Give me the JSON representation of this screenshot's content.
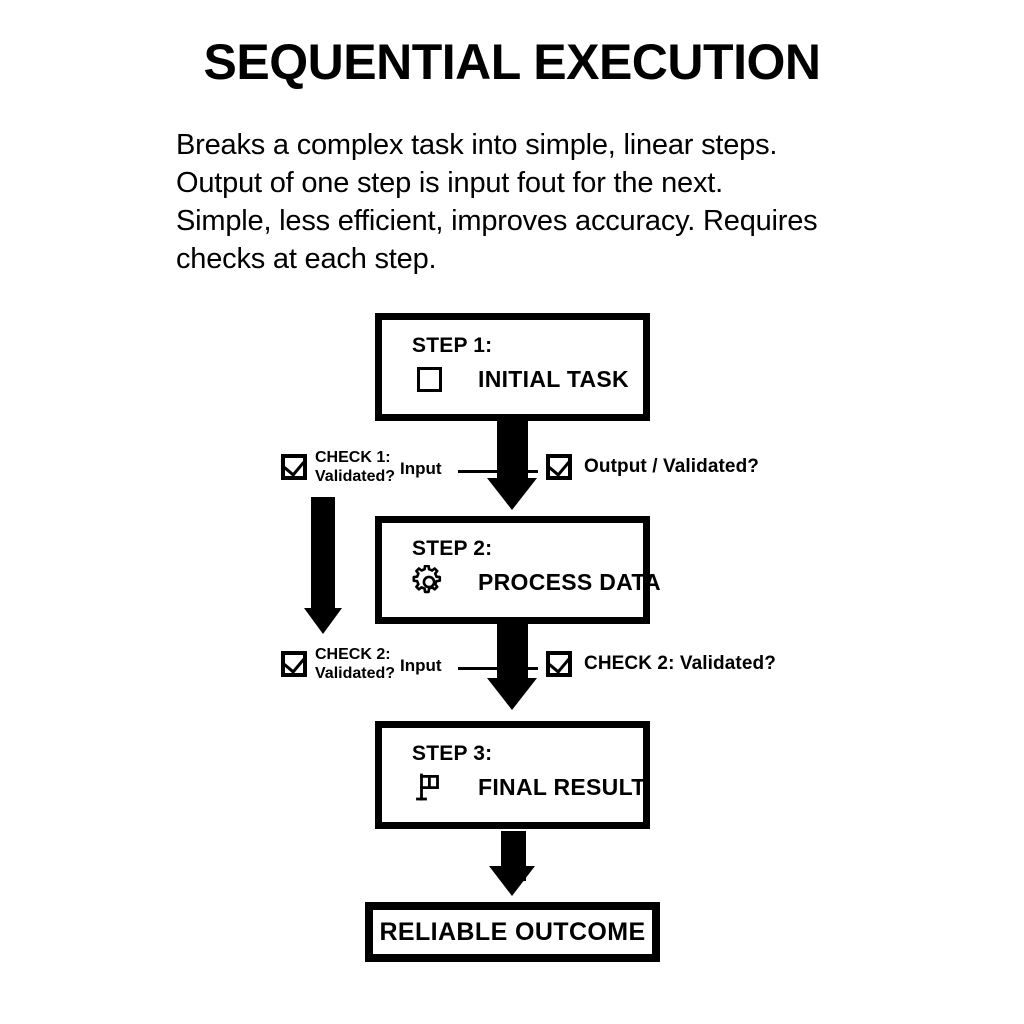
{
  "header": {
    "title": "SEQUENTIAL EXECUTION",
    "description_lines": [
      "Breaks a complex task into simple, linear steps.",
      "Output of one step is input fout for the next.",
      "Simple, less efficient, improves accuracy. Requires",
      " checks at each step."
    ]
  },
  "flow": {
    "steps": [
      {
        "label": "STEP 1:",
        "name": "INITIAL TASK",
        "icon": "empty-square-icon"
      },
      {
        "label": "STEP 2:",
        "name": "PROCESS DATA",
        "icon": "gear-icon"
      },
      {
        "label": "STEP 3:",
        "name": "FINAL RESULT",
        "icon": "flag-icon"
      }
    ],
    "checks": [
      {
        "left_line1": "CHECK 1:",
        "left_line2": "Validated?",
        "input_label": "Input",
        "right_label": "Output / Validated?"
      },
      {
        "left_line1": "CHECK 2:",
        "left_line2": "Validated?",
        "input_label": "Input",
        "right_label": "CHECK 2: Validated?"
      }
    ],
    "outcome": "RELIABLE OUTCOME"
  },
  "colors": {
    "ink": "#000000",
    "background": "#ffffff"
  }
}
